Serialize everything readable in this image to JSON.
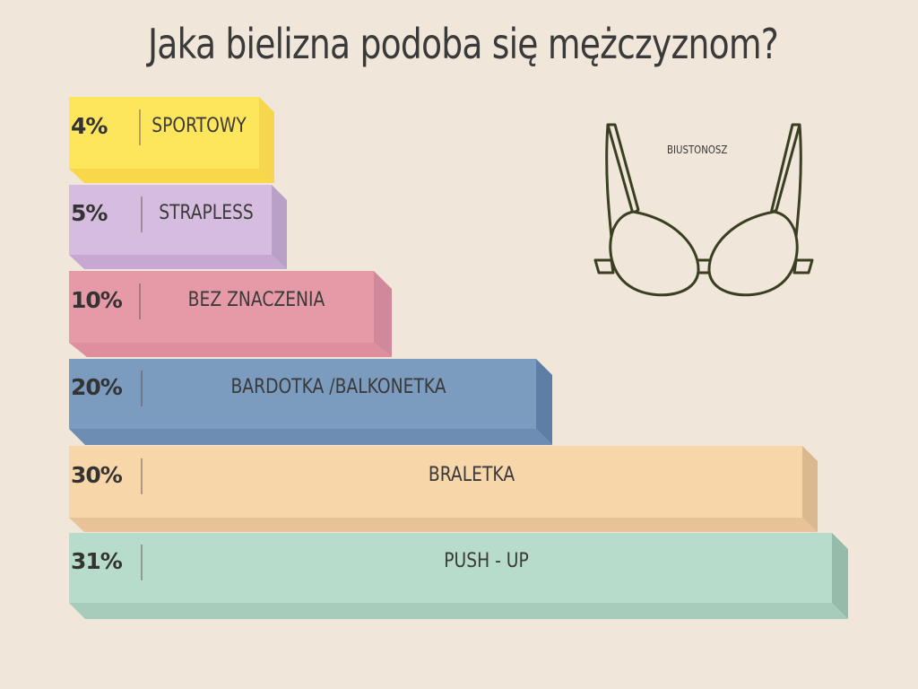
{
  "title": "Jaka bielizna podoba się mężczyznom?",
  "illustration": {
    "icon": "bra-icon",
    "label": "BIUSTONOSZ",
    "stroke_color": "#3b3f22"
  },
  "bars": [
    {
      "pct": "4%",
      "label": "SPORTOWY",
      "front": "#fde55c",
      "bottom": "#f8d84a",
      "side": "#f5d64c"
    },
    {
      "pct": "5%",
      "label": "STRAPLESS",
      "front": "#d6bde0",
      "bottom": "#c6a8d2",
      "side": "#b9a0c6"
    },
    {
      "pct": "10%",
      "label": "BEZ ZNACZENIA",
      "front": "#e69aa7",
      "bottom": "#de8e9c",
      "side": "#d0899a"
    },
    {
      "pct": "20%",
      "label": "BARDOTKA /BALKONETKA",
      "front": "#7b9bbf",
      "bottom": "#6d8db3",
      "side": "#5f7ea6"
    },
    {
      "pct": "30%",
      "label": "BRALETKA",
      "front": "#f7d6aa",
      "bottom": "#e8c398",
      "side": "#dbb98e"
    },
    {
      "pct": "31%",
      "label": "PUSH - UP",
      "front": "#b8dccb",
      "bottom": "#a8ccbc",
      "side": "#95bcaa"
    }
  ],
  "chart_data": {
    "type": "bar",
    "orientation": "horizontal",
    "title": "Jaka bielizna podoba się mężczyznom?",
    "categories": [
      "SPORTOWY",
      "STRAPLESS",
      "BEZ ZNACZENIA",
      "BARDOTKA /BALKONETKA",
      "BRALETKA",
      "PUSH - UP"
    ],
    "values": [
      4,
      5,
      10,
      20,
      30,
      31
    ],
    "unit": "%",
    "colors": [
      "#fde55c",
      "#d6bde0",
      "#e69aa7",
      "#7b9bbf",
      "#f7d6aa",
      "#b8dccb"
    ],
    "annotation": "BIUSTONOSZ",
    "xlabel": "",
    "ylabel": "",
    "grid": false,
    "legend": "none"
  }
}
